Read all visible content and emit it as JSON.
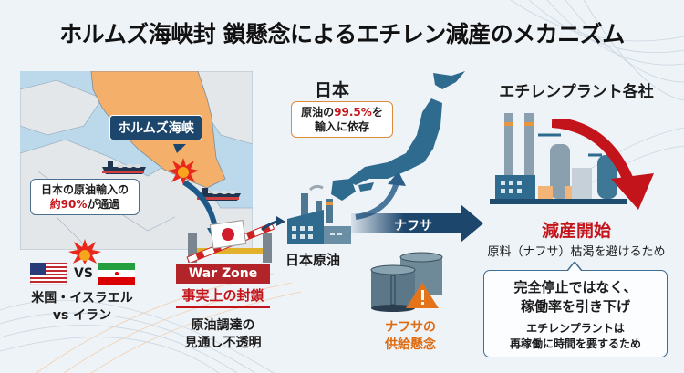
{
  "title": "ホルムズ海峡封 鎖懸念によるエチレン減産のメカニズム",
  "map": {
    "strait_label": "ホルムズ海峡",
    "import_callout": {
      "line1": "日本の原油輸入の",
      "highlight": "約90%",
      "line2_suffix": "が通過"
    }
  },
  "conflict": {
    "vs_text": "VS",
    "left_flag": "us-flag",
    "right_flag": "iran-flag",
    "line1": "米国・イスラエル",
    "line2": "vs イラン"
  },
  "blockade": {
    "warzone_label": "War Zone",
    "blockade_label": "事実上の封鎖",
    "desc_line1": "原油調達の",
    "desc_line2": "見通し不透明"
  },
  "japan": {
    "label": "日本",
    "callout_prefix": "原油の",
    "callout_highlight": "99.5%",
    "callout_suffix": "を",
    "callout_line2": "輸入に依存",
    "refinery_label": "日本原油"
  },
  "naphtha": {
    "arrow_label": "ナフサ",
    "supply_line1": "ナフサの",
    "supply_line2": "供給懸念"
  },
  "ethylene": {
    "heading": "エチレンプラント各社",
    "action": "減産開始",
    "reason": "原料（ナフサ）枯渇を避けるため",
    "note_line1": "完全停止ではなく、",
    "note_line2": "稼働率を引き下げ",
    "note_line3": "エチレンプラントは",
    "note_line4": "再稼働に時間を要するため"
  },
  "colors": {
    "navy": "#1d466d",
    "red": "#c4141b",
    "orange": "#e06a10",
    "iran_orange": "#f4b06a",
    "sea": "#bcd9ec"
  }
}
